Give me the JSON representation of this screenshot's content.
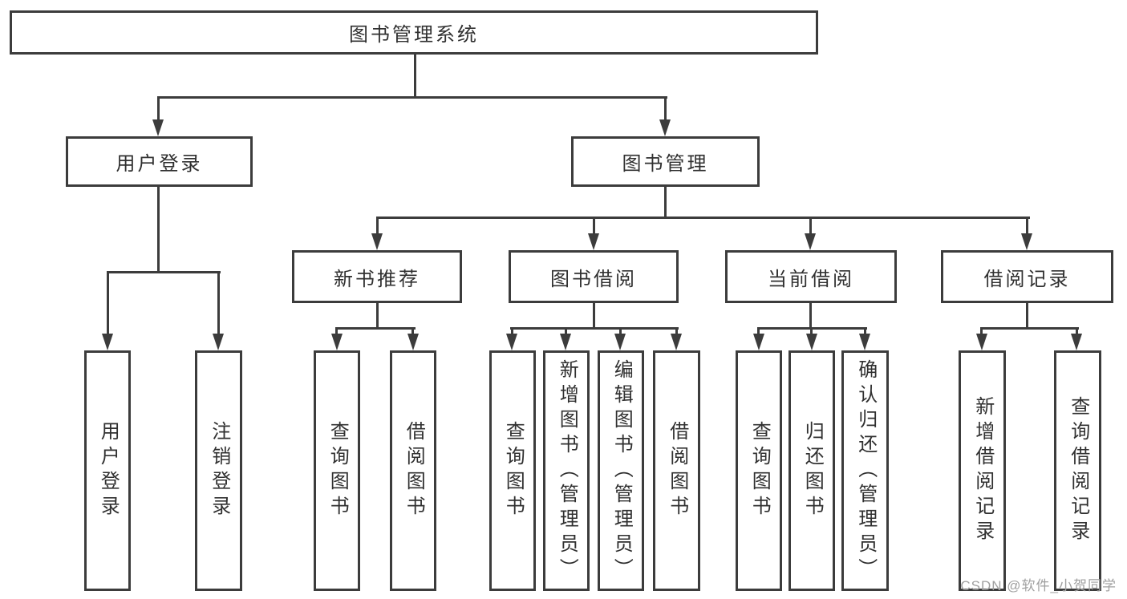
{
  "diagram_type": "hierarchy-tree",
  "root": {
    "label": "图书管理系统",
    "children": [
      {
        "label": "用户登录",
        "children": [
          {
            "label": "用户登录"
          },
          {
            "label": "注销登录"
          }
        ]
      },
      {
        "label": "图书管理",
        "children": [
          {
            "label": "新书推荐",
            "children": [
              {
                "label": "查询图书"
              },
              {
                "label": "借阅图书"
              }
            ]
          },
          {
            "label": "图书借阅",
            "children": [
              {
                "label": "查询图书"
              },
              {
                "label": "新增图书（管理员）"
              },
              {
                "label": "编辑图书（管理员）"
              },
              {
                "label": "借阅图书"
              }
            ]
          },
          {
            "label": "当前借阅",
            "children": [
              {
                "label": "查询图书"
              },
              {
                "label": "归还图书"
              },
              {
                "label": "确认归还（管理员）"
              }
            ]
          },
          {
            "label": "借阅记录",
            "children": [
              {
                "label": "新增借阅记录"
              },
              {
                "label": "查询借阅记录"
              }
            ]
          }
        ]
      }
    ]
  },
  "watermark": {
    "text": "CSDN @软件_小贺同学"
  },
  "colors": {
    "line": "#3c3c3c",
    "text": "#303030",
    "watermark": "#a0a0a0",
    "background": "#ffffff"
  }
}
